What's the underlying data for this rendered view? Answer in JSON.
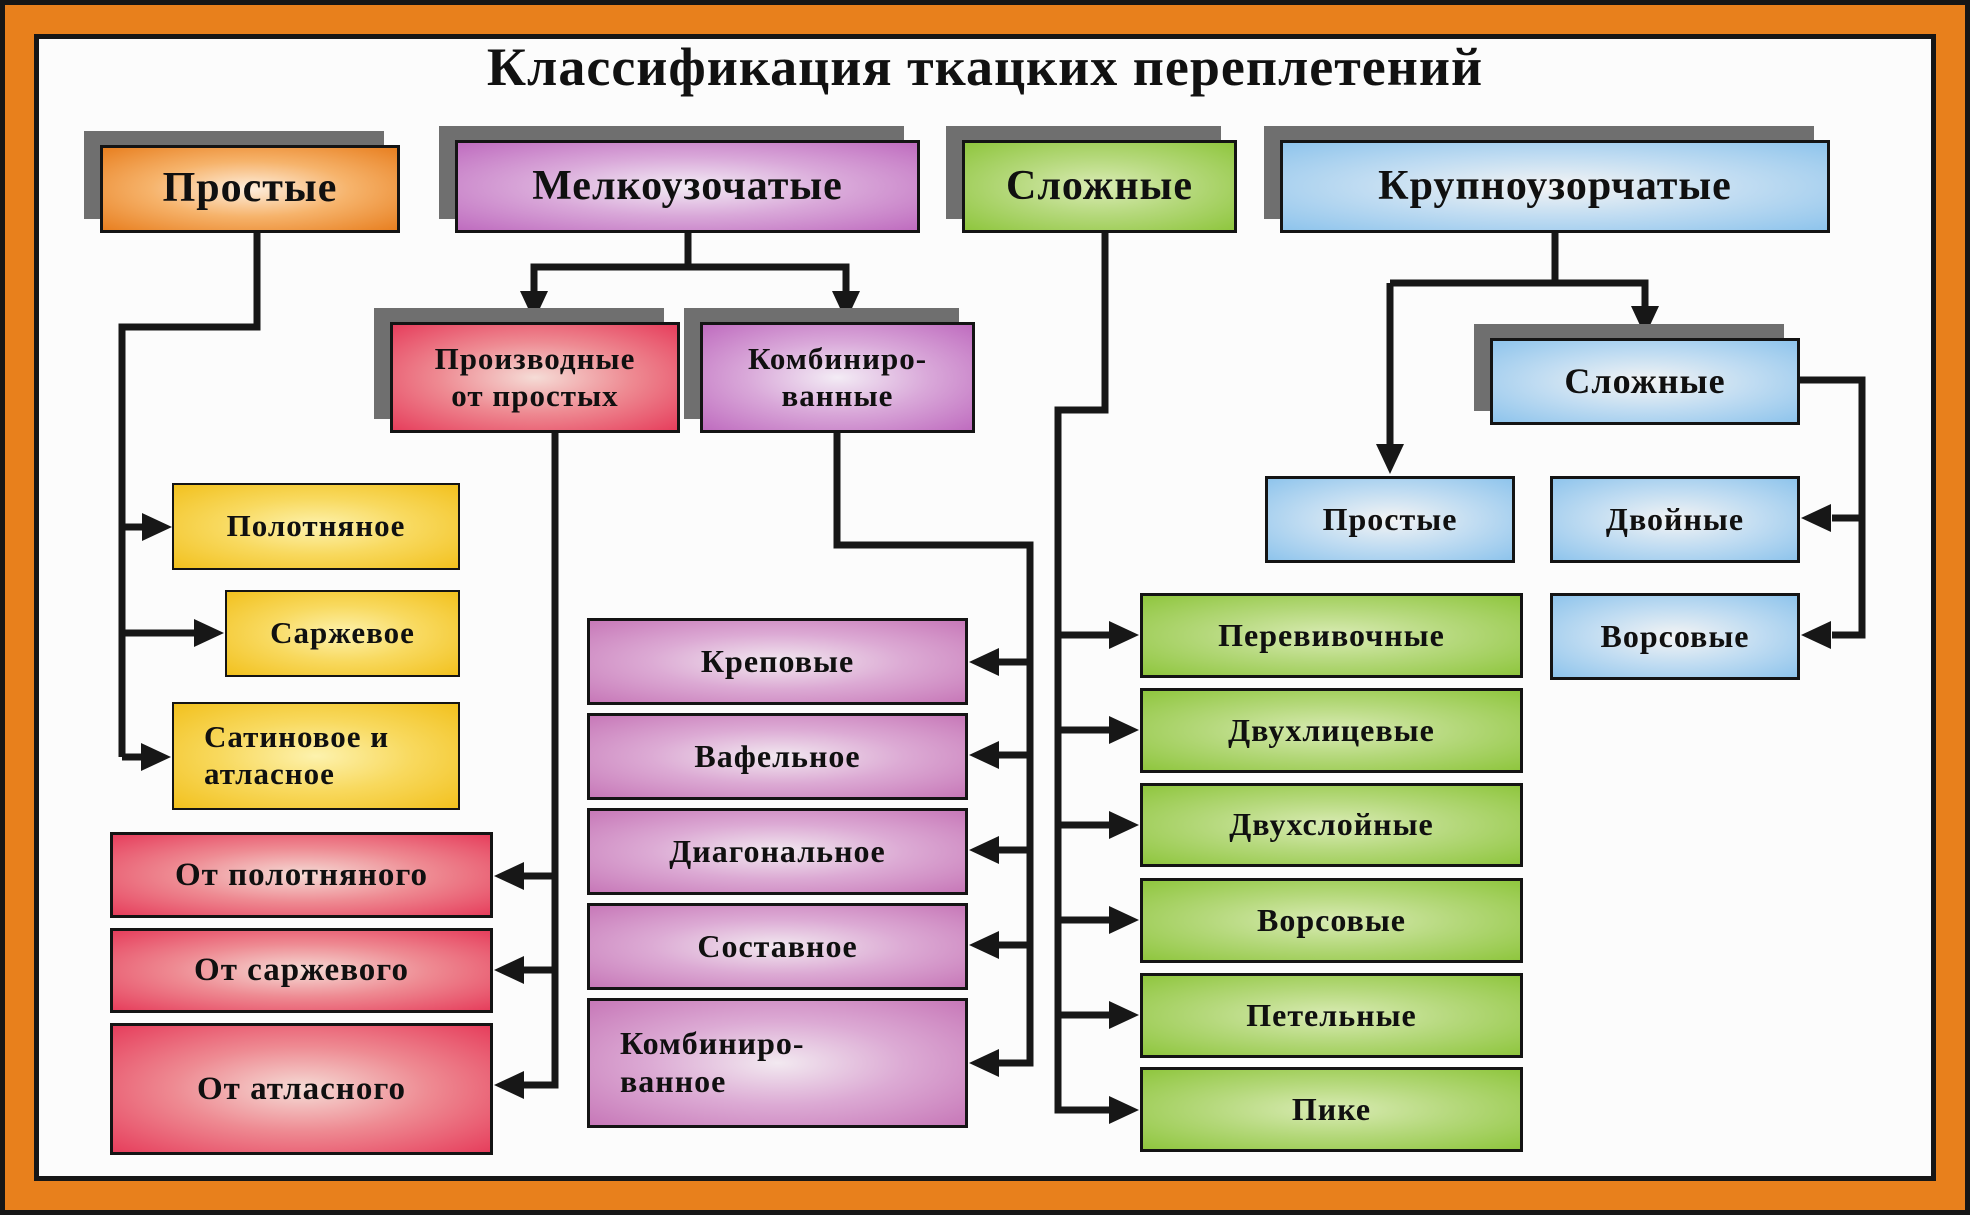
{
  "title": "Классификация ткацких переплетений",
  "colors": {
    "frame_orange": "#e8801c",
    "line_black": "#171717",
    "shadow_gray": "#6f6f6f",
    "simple_orange": "#e87f20",
    "small_pattern_violet": "#bf6cbf",
    "complex_green": "#8fc63e",
    "large_pattern_blue": "#8ec4ec",
    "derived_red": "#e63e5c",
    "basic_yellow": "#f2c11e",
    "combined_purple": "#c778b8"
  },
  "nodes": {
    "prostye": {
      "label": "Простые"
    },
    "melkouzochatye": {
      "label": "Мелкоузочатые"
    },
    "slozhnye": {
      "label": "Сложные"
    },
    "krupnouzorchatye": {
      "label": "Крупноузорчатые"
    },
    "proizvodnye": {
      "label": "Производные\nот простых"
    },
    "kombinirovannye": {
      "label": "Комбиниро-\nванные"
    },
    "polotnyanoe": {
      "label": "Полотняное"
    },
    "sarzhevoe": {
      "label": "Саржевое"
    },
    "satinovoe": {
      "label": "Сатиновое и\nатласное"
    },
    "ot_polotnyanogo": {
      "label": "От полотняного"
    },
    "ot_sarzhevogo": {
      "label": "От саржевого"
    },
    "ot_atlasnogo": {
      "label": "От атласного"
    },
    "krepovye": {
      "label": "Креповые"
    },
    "vafelnoe": {
      "label": "Вафельное"
    },
    "diagonalnoe": {
      "label": "Диагональное"
    },
    "sostavnoe": {
      "label": "Составное"
    },
    "kombinirovannoe": {
      "label": "Комбиниро-\nванное"
    },
    "perevivochnye": {
      "label": "Перевивочные"
    },
    "dvuhlitsevye": {
      "label": "Двухлицевые"
    },
    "dvuhsloynye": {
      "label": "Двухслойные"
    },
    "vorsovye_green": {
      "label": "Ворсовые"
    },
    "petelnye": {
      "label": "Петельные"
    },
    "pike": {
      "label": "Пике"
    },
    "slozhnye_blue": {
      "label": "Сложные"
    },
    "prostye_blue": {
      "label": "Простые"
    },
    "dvoynye": {
      "label": "Двойные"
    },
    "vorsovye_blue": {
      "label": "Ворсовые"
    }
  }
}
